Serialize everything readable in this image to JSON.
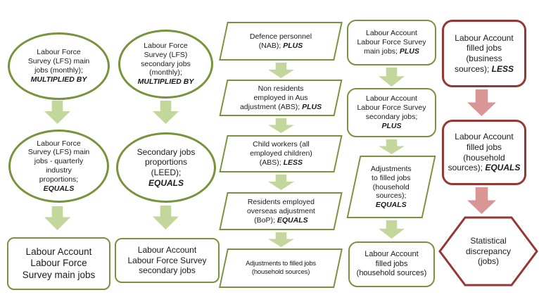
{
  "palette": {
    "green_border": "#77933C",
    "green_arrow_fill": "#C3D69B",
    "red_border": "#953735",
    "red_arrow_fill": "#D99694",
    "text_color": "#1a1a1a",
    "background": "#ffffff"
  },
  "nodes": {
    "c1e1": {
      "text": "Labour Force\nSurvey (LFS) main\njobs (monthly);\n",
      "keyword": "MULTIPLIED BY"
    },
    "c1e2": {
      "text": "Labour Force\nSurvey (LFS) main\njobs - quarterly\nindustry\nproportions;\n",
      "keyword": "EQUALS"
    },
    "c1r": {
      "text": "Labour Account\nLabour Force\nSurvey main jobs",
      "keyword": ""
    },
    "c2e1": {
      "text": "Labour Force\nSurvey (LFS)\nsecondary jobs\n(monthly);\n",
      "keyword": "MULTIPLIED BY"
    },
    "c2e2": {
      "text": "Secondary jobs\nproportions\n(LEED);\n",
      "keyword": "EQUALS"
    },
    "c2r": {
      "text": "Labour Account\nLabour Force Survey\nsecondary jobs",
      "keyword": ""
    },
    "c3p1": {
      "text": "Defence personnel\n(NAB); ",
      "keyword": "PLUS"
    },
    "c3p2": {
      "text": "Non residents\nemployed in Aus\nadjustment (ABS); ",
      "keyword": "PLUS"
    },
    "c3p3": {
      "text": "Child workers (all\nemployed children)\n(ABS); ",
      "keyword": "LESS"
    },
    "c3p4": {
      "text": "Residents employed\noverseas adjustment\n(BoP); ",
      "keyword": "EQUALS"
    },
    "c3p5": {
      "text": "Adjustments to filled jobs\n(household sources)",
      "keyword": ""
    },
    "c4r1": {
      "text": "Labour Account\nLabour Force Survey\nmain jobs; ",
      "keyword": "PLUS"
    },
    "c4r2": {
      "text": "Labour Account\nLabour Force Survey\nsecondary jobs;\n",
      "keyword": "PLUS"
    },
    "c4p": {
      "text": "Adjustments\nto filled jobs\n(household\nsources);\n",
      "keyword": "EQUALS"
    },
    "c4r3": {
      "text": "Labour Account\nfilled jobs\n(household sources)",
      "keyword": ""
    },
    "c5r1": {
      "text": "Labour Account\nfilled jobs\n(business\nsources); ",
      "keyword": "LESS"
    },
    "c5r2": {
      "text": "Labour Account\nfilled jobs\n(household\nsources); ",
      "keyword": "EQUALS"
    },
    "c5hex": {
      "text": "Statistical\ndiscrepancy\n(jobs)",
      "keyword": ""
    }
  }
}
